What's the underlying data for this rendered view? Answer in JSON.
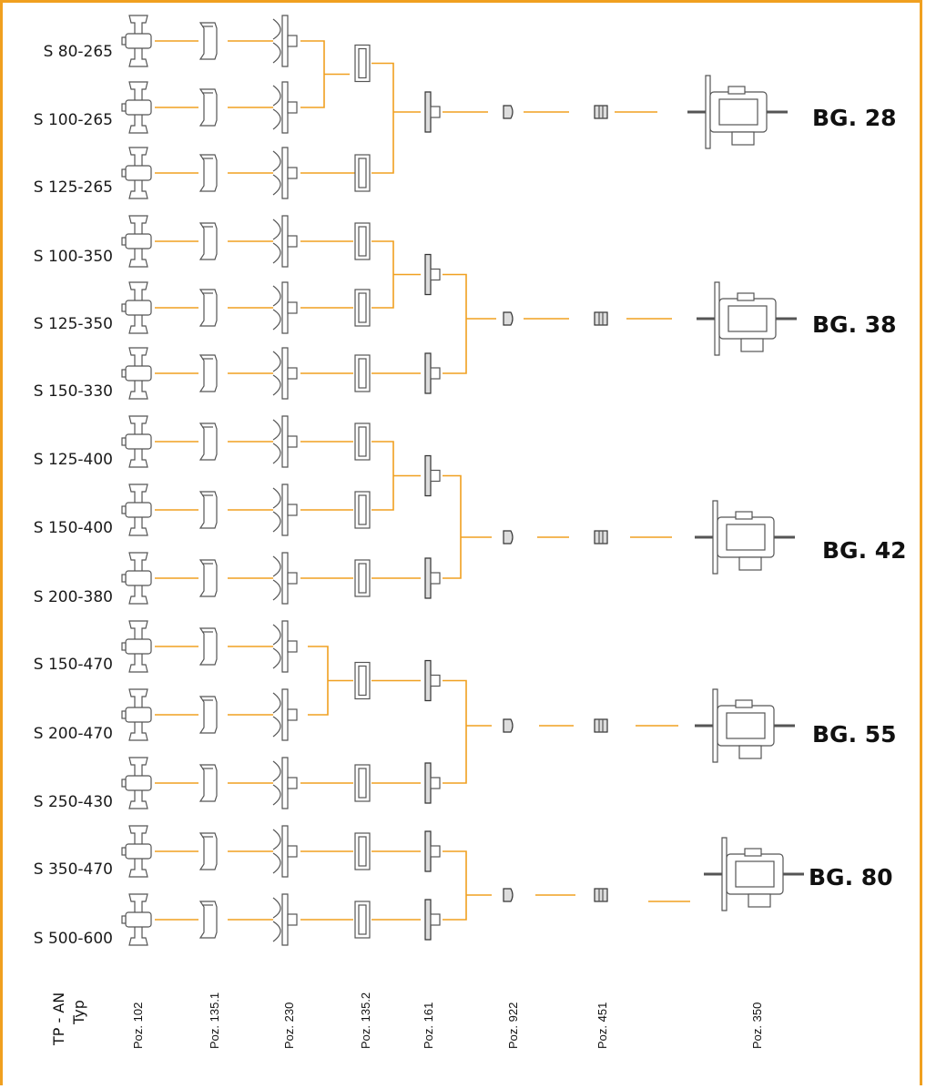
{
  "pumps": [
    {
      "label": "S 80-265"
    },
    {
      "label": "S 100-265"
    },
    {
      "label": "S 125-265"
    },
    {
      "label": "S 100-350"
    },
    {
      "label": "S 125-350"
    },
    {
      "label": "S 150-330"
    },
    {
      "label": "S 125-400"
    },
    {
      "label": "S 150-400"
    },
    {
      "label": "S 200-380"
    },
    {
      "label": "S 150-470"
    },
    {
      "label": "S 200-470"
    },
    {
      "label": "S 250-430"
    },
    {
      "label": "S 350-470"
    },
    {
      "label": "S 500-600"
    }
  ],
  "groups": [
    {
      "label": "BG. 28"
    },
    {
      "label": "BG. 38"
    },
    {
      "label": "BG. 42"
    },
    {
      "label": "BG. 55"
    },
    {
      "label": "BG. 80"
    }
  ],
  "columns": {
    "typ_line1": "TP - AN",
    "typ_line2": "Typ",
    "labels": [
      "Poz. 102",
      "Poz. 135.1",
      "Poz. 230",
      "Poz. 135.2",
      "Poz. 161",
      "Poz. 922",
      "Poz. 451",
      "Poz. 350"
    ]
  },
  "colors": {
    "accent": "#f0a020"
  }
}
